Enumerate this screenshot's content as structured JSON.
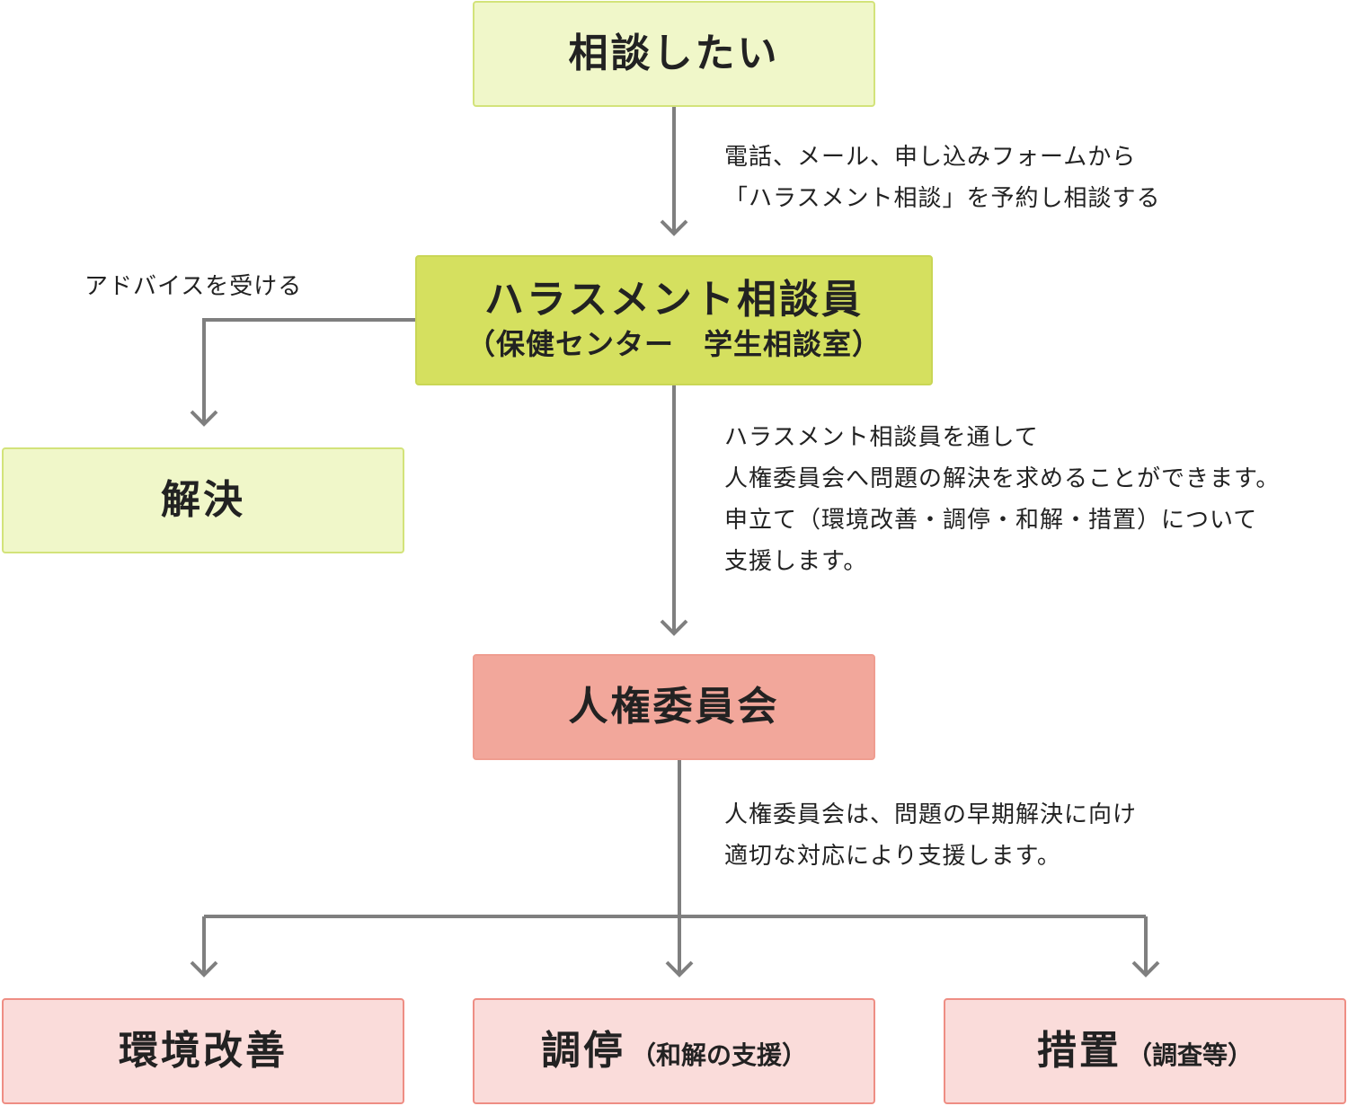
{
  "nodes": {
    "consult": {
      "title": "相談したい"
    },
    "counselor": {
      "title": "ハラスメント相談員",
      "subtitle": "（保健センター　学生相談室）"
    },
    "resolution": {
      "title": "解決"
    },
    "committee": {
      "title": "人権委員会"
    },
    "environment": {
      "title": "環境改善"
    },
    "mediation": {
      "title": "調停",
      "note": "（和解の支援）"
    },
    "measures": {
      "title": "措置",
      "note": "（調査等）"
    }
  },
  "notes": {
    "reservation": [
      "電話、メール、申し込みフォームから",
      "「ハラスメント相談」を予約し相談する"
    ],
    "advice": "アドバイスを受ける",
    "through_counselor": [
      "ハラスメント相談員を通して",
      "人権委員会へ問題の解決を求めることができます。",
      "申立て（環境改善・調停・和解・措置）について",
      "支援します。"
    ],
    "committee_support": [
      "人権委員会は、問題の早期解決に向け",
      "適切な対応により支援します。"
    ]
  },
  "colors": {
    "connector": "#7f7f7f",
    "light_green_fill": "#f0f7c9",
    "green_fill": "#d5e05f",
    "salmon_fill": "#f2a79b",
    "pink_fill": "#fadcda"
  }
}
